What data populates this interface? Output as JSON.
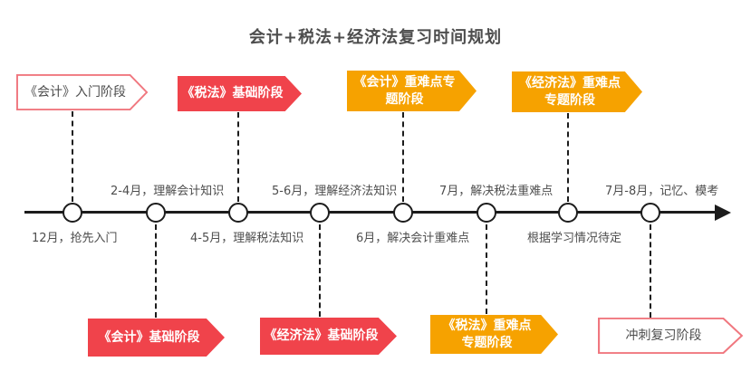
{
  "title": "会计+税法+经济法复习时间规划",
  "colors": {
    "red": "#F0434B",
    "orange": "#F6A200",
    "outline_border": "#F0777F",
    "white": "#FFFFFF",
    "ink": "#1C1C1C",
    "text": "#4D4D4D"
  },
  "milestones": [
    {
      "note": "12月，抢先入门",
      "note_side": "below",
      "banner": {
        "label": "《会计》入门阶段",
        "side": "top",
        "variant": "outline"
      }
    },
    {
      "note": "2-4月，理解会计知识",
      "note_side": "above",
      "banner": {
        "label": "《会计》基础阶段",
        "side": "bottom",
        "variant": "red"
      }
    },
    {
      "note": "4-5月，理解税法知识",
      "note_side": "below",
      "banner": {
        "label": "《税法》基础阶段",
        "side": "top",
        "variant": "red"
      }
    },
    {
      "note": "5-6月，理解经济法知识",
      "note_side": "above",
      "banner": {
        "label": "《经济法》基础阶段",
        "side": "bottom",
        "variant": "red"
      }
    },
    {
      "note": "6月，解决会计重难点",
      "note_side": "below",
      "banner": {
        "label": "《会计》重难点专\n题阶段",
        "side": "top",
        "variant": "orange"
      }
    },
    {
      "note": "7月，解决税法重难点",
      "note_side": "above",
      "banner": {
        "label": "《税法》重难点\n专题阶段",
        "side": "bottom",
        "variant": "orange"
      }
    },
    {
      "note": "根据学习情况待定",
      "note_side": "below",
      "banner": {
        "label": "《经济法》重难点\n专题阶段",
        "side": "top",
        "variant": "orange"
      }
    },
    {
      "note": "7月-8月，记忆、模考",
      "note_side": "above",
      "banner": {
        "label": "冲刺复习阶段",
        "side": "bottom",
        "variant": "outline"
      }
    }
  ]
}
